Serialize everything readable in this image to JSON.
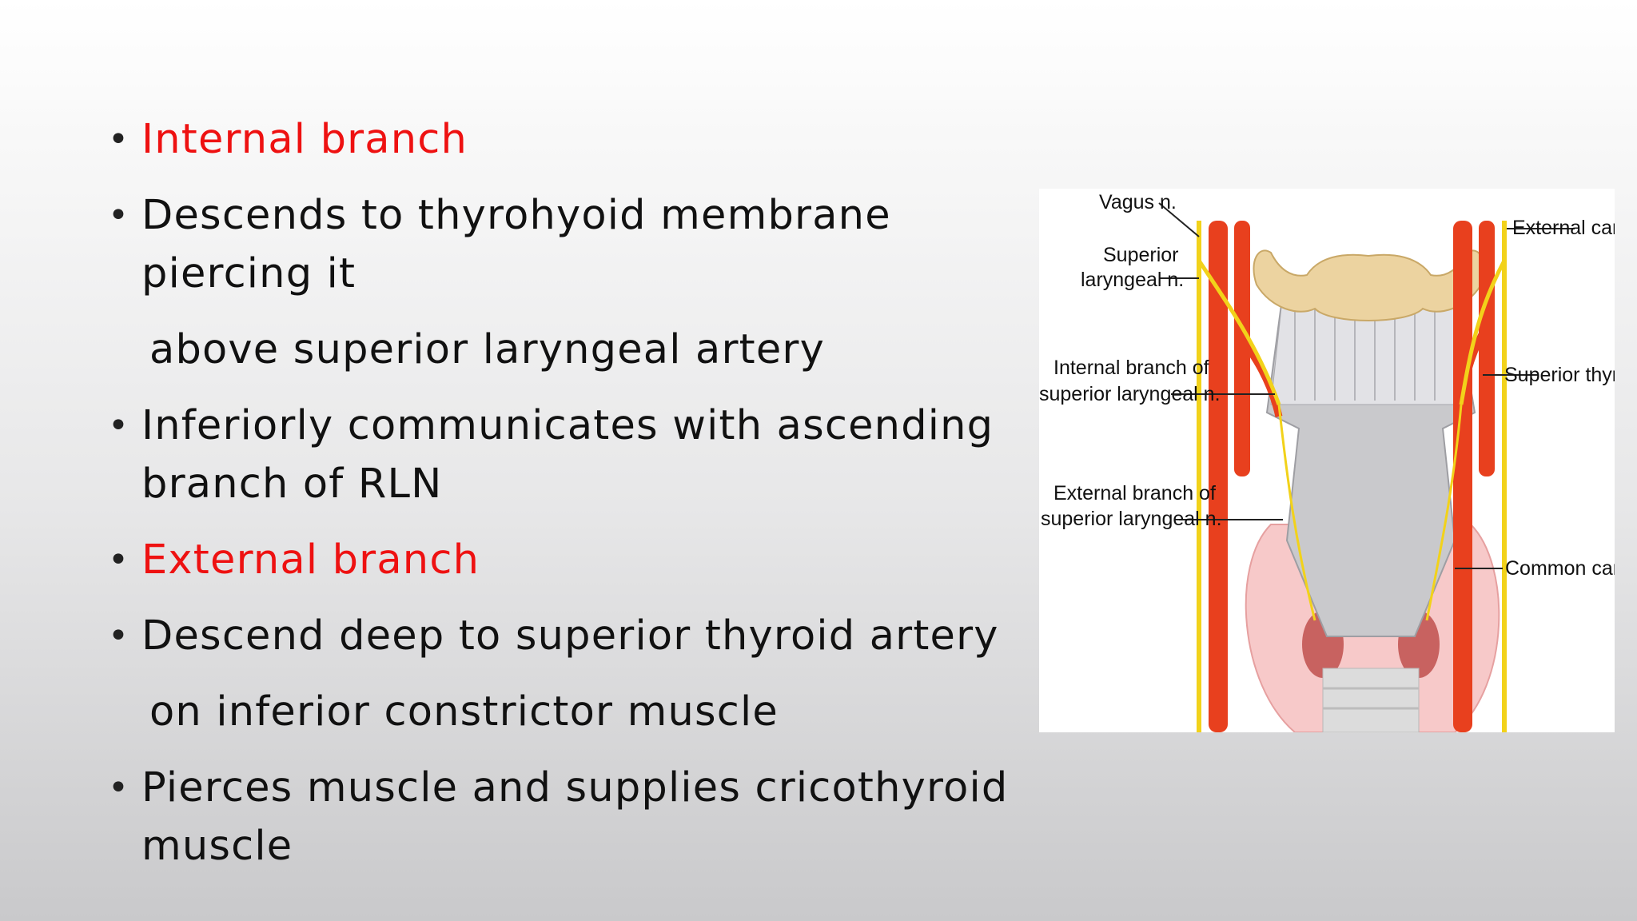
{
  "bullets": [
    {
      "text": "Internal branch",
      "style": "bullet red"
    },
    {
      "text": "Descends to thyrohyoid membrane piercing it",
      "style": "bullet"
    },
    {
      "text": "above superior laryngeal artery",
      "style": "plain"
    },
    {
      "text": "Inferiorly communicates with ascending branch of RLN",
      "style": "bullet"
    },
    {
      "text": "External branch",
      "style": "bullet red"
    },
    {
      "text": "Descend deep to superior thyroid artery",
      "style": "bullet"
    },
    {
      "text": "on inferior constrictor muscle",
      "style": "plain"
    },
    {
      "text": "Pierces muscle and supplies cricothyroid muscle",
      "style": "bullet"
    }
  ],
  "figure": {
    "labels": {
      "vagus": "Vagus n.",
      "superior_1": "Superior",
      "superior_2": "laryngeal n.",
      "internal_1": "Internal branch of",
      "internal_2": "superior laryngeal n.",
      "external_1": "External branch of",
      "external_2": "superior laryngeal n.",
      "external_carotid": "External carotid",
      "superior_thyroid": "Superior thyroid",
      "common_carotid": "Common carotid"
    }
  },
  "colors": {
    "heading_red": "#ee1111",
    "artery": "#e8401e",
    "nerve": "#f2d21a",
    "bone": "#ecd3a0"
  }
}
